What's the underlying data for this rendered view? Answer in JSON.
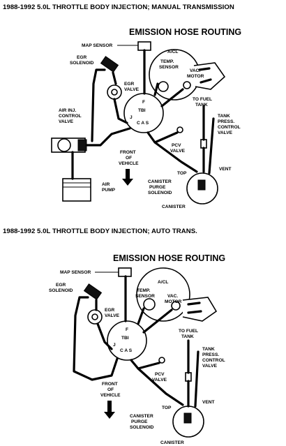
{
  "captions": {
    "manual": "1988-1992 5.0L THROTTLE BODY INJECTION; MANUAL TRANSMISSION",
    "auto": "1988-1992 5.0L THROTTLE BODY INJECTION; AUTO TRANS."
  },
  "diagram_manual": {
    "title": "EMISSION HOSE ROUTING",
    "labels": {
      "map_sensor": "MAP SENSOR",
      "egr_solenoid_1": "EGR",
      "egr_solenoid_2": "SOLENOID",
      "egr_valve_1": "EGR",
      "egr_valve_2": "VALVE",
      "acl": "A/CL",
      "temp_sensor_1": "TEMP.",
      "temp_sensor_2": "SENSOR",
      "vac_motor_1": "VAC.",
      "vac_motor_2": "MOTOR",
      "to_fuel_tank_1": "TO FUEL",
      "to_fuel_tank_2": "TANK",
      "tank_valve_1": "TANK",
      "tank_valve_2": "PRESS.",
      "tank_valve_3": "CONTROL",
      "tank_valve_4": "VALVE",
      "air_inj_1": "AIR INJ.",
      "air_inj_2": "CONTROL",
      "air_inj_3": "VALVE",
      "tbi_f": "F",
      "tbi_name": "TBI",
      "tbi_j": "J",
      "tbi_cas": "C A S",
      "pcv_1": "PCV",
      "pcv_2": "VALVE",
      "front_1": "FRONT",
      "front_2": "OF",
      "front_3": "VEHICLE",
      "air_pump_1": "AIR",
      "air_pump_2": "PUMP",
      "top": "TOP",
      "vent": "VENT",
      "purge_1": "CANISTER",
      "purge_2": "PURGE",
      "purge_3": "SOLENOID",
      "canister": "CANISTER"
    }
  },
  "diagram_auto": {
    "title": "EMISSION HOSE ROUTING",
    "labels": {
      "map_sensor": "MAP SENSOR",
      "egr_solenoid_1": "EGR",
      "egr_solenoid_2": "SOLENOID",
      "egr_valve_1": "EGR",
      "egr_valve_2": "VALVE",
      "acl": "A/CL",
      "temp_sensor_1": "TEMP.",
      "temp_sensor_2": "SENSOR",
      "vac_motor_1": "VAC.",
      "vac_motor_2": "MOTOR",
      "to_fuel_tank_1": "TO FUEL",
      "to_fuel_tank_2": "TANK",
      "tank_valve_1": "TANK",
      "tank_valve_2": "PRESS.",
      "tank_valve_3": "CONTROL",
      "tank_valve_4": "VALVE",
      "tbi_f": "F",
      "tbi_name": "TBI",
      "tbi_j": "J",
      "tbi_cas": "C A S",
      "pcv_1": "PCV",
      "pcv_2": "VALVE",
      "front_1": "FRONT",
      "front_2": "OF",
      "front_3": "VEHICLE",
      "top": "TOP",
      "vent": "VENT",
      "purge_1": "CANISTER",
      "purge_2": "PURGE",
      "purge_3": "SOLENOID",
      "canister": "CANISTER"
    }
  }
}
